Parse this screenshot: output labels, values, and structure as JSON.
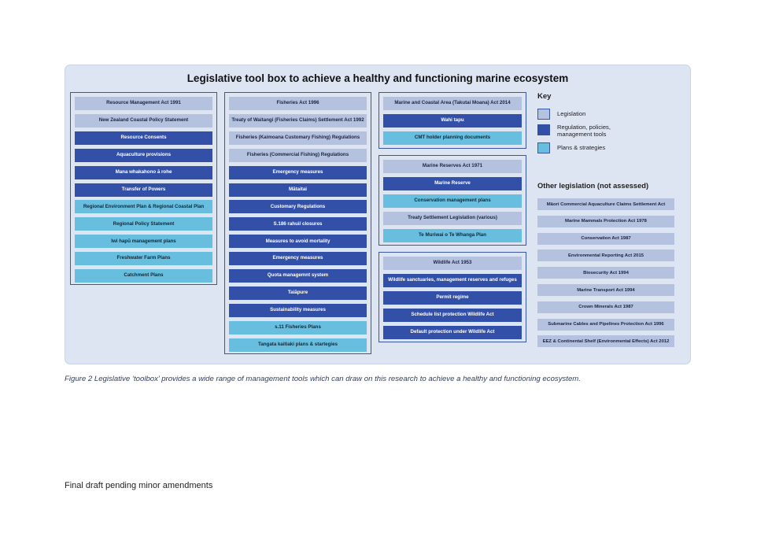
{
  "diagram": {
    "title": "Legislative tool box to achieve a healthy and functioning marine ecosystem",
    "colors": {
      "legislation": "#b5c2df",
      "regulation": "#3350a8",
      "plans": "#67bedf",
      "border": "#3a57a6",
      "panel": "#dde4f2"
    },
    "columns": [
      {
        "items": [
          {
            "label": "Resource Management Act 1991",
            "type": "legislation"
          },
          {
            "label": "New Zealand Coastal Policy Statement",
            "type": "legislation"
          },
          {
            "label": "Resource Consents",
            "type": "regulation"
          },
          {
            "label": "Aquaculture provisions",
            "type": "regulation"
          },
          {
            "label": "Mana whakahono ā rohe",
            "type": "regulation"
          },
          {
            "label": "Transfer of Powers",
            "type": "regulation"
          },
          {
            "label": "Regional Environment Plan & Regional Coastal Plan",
            "type": "plans"
          },
          {
            "label": "Regional Policy Statement",
            "type": "plans"
          },
          {
            "label": "Iwi hapū management plans",
            "type": "plans"
          },
          {
            "label": "Freshwater Farm Plans",
            "type": "plans"
          },
          {
            "label": "Catchment Plans",
            "type": "plans"
          }
        ]
      },
      {
        "items": [
          {
            "label": "Fisheries Act 1996",
            "type": "legislation"
          },
          {
            "label": "Treaty of Waitangi (Fisheries Claims) Settlement Act 1992",
            "type": "legislation"
          },
          {
            "label": "Fisheries (Kaimoana Customary Fishing) Regulations",
            "type": "legislation"
          },
          {
            "label": "Fisheries (Commercial Fishing) Regulations",
            "type": "legislation"
          },
          {
            "label": "Emergency measures",
            "type": "regulation"
          },
          {
            "label": "Mātaitai",
            "type": "regulation"
          },
          {
            "label": "Customary Regulations",
            "type": "regulation"
          },
          {
            "label": "S.186 rahui/ closures",
            "type": "regulation"
          },
          {
            "label": "Measures to avoid mortality",
            "type": "regulation"
          },
          {
            "label": "Emergency measures",
            "type": "regulation"
          },
          {
            "label": "Quota managemnt system",
            "type": "regulation"
          },
          {
            "label": "Taiāpure",
            "type": "regulation"
          },
          {
            "label": "Sustainability measures",
            "type": "regulation"
          },
          {
            "label": "s.11 Fisheries Plans",
            "type": "plans"
          },
          {
            "label": "Tangata kaitiaki plans & startegies",
            "type": "plans"
          }
        ]
      },
      {
        "items": [
          {
            "label": "Marine and Coastal Area (Takutai Moana) Act 2014",
            "type": "legislation"
          },
          {
            "label": "Wahi tapu",
            "type": "regulation"
          },
          {
            "label": "CMT holder planning documents",
            "type": "plans"
          }
        ]
      },
      {
        "items": [
          {
            "label": "Marine Reserves Act 1971",
            "type": "legislation"
          },
          {
            "label": "Marine Reserve",
            "type": "regulation"
          },
          {
            "label": "Conservation management plans",
            "type": "plans"
          },
          {
            "label": "Treaty Settlement Legislation (various)",
            "type": "legislation"
          },
          {
            "label": "Te Muriwai o Te Whanga Plan",
            "type": "plans"
          }
        ]
      },
      {
        "items": [
          {
            "label": "Wildlife Act 1953",
            "type": "legislation"
          },
          {
            "label": "Wildlife sanctuaries, management reserves and refuges",
            "type": "regulation"
          },
          {
            "label": "Permit regime",
            "type": "regulation"
          },
          {
            "label": "Schedule list protection  Wildlife Act",
            "type": "regulation"
          },
          {
            "label": "Default protection under Wildlife Act",
            "type": "regulation"
          }
        ]
      }
    ],
    "key": {
      "title": "Key",
      "items": [
        {
          "label": "Legislation",
          "type": "legislation"
        },
        {
          "label": "Regulation, policies, management tools",
          "type": "regulation"
        },
        {
          "label": "Plans & strategies",
          "type": "plans"
        }
      ]
    },
    "other": {
      "title": "Other legislation (not assessed)",
      "items": [
        "Māori Commercial Aquaculture Claims Settlement Act",
        "Marine Mammals Protection Act 1978",
        "Conservation Act 1987",
        "Environmental Reporting Act 2015",
        "Biosecurity Act 1994",
        "Marine Transport Act 1994",
        "Crown Minerals Act 1987",
        "Submarine Cables and Pipelines Protection Act 1996",
        "EEZ & Continental Shelf (Environmental Effects) Act 2012"
      ]
    }
  },
  "caption": "Figure 2 Legislative ‘toolbox’ provides a wide range of management tools which can draw on this research to achieve a healthy and functioning ecosystem.",
  "footer": "Final draft pending minor amendments"
}
